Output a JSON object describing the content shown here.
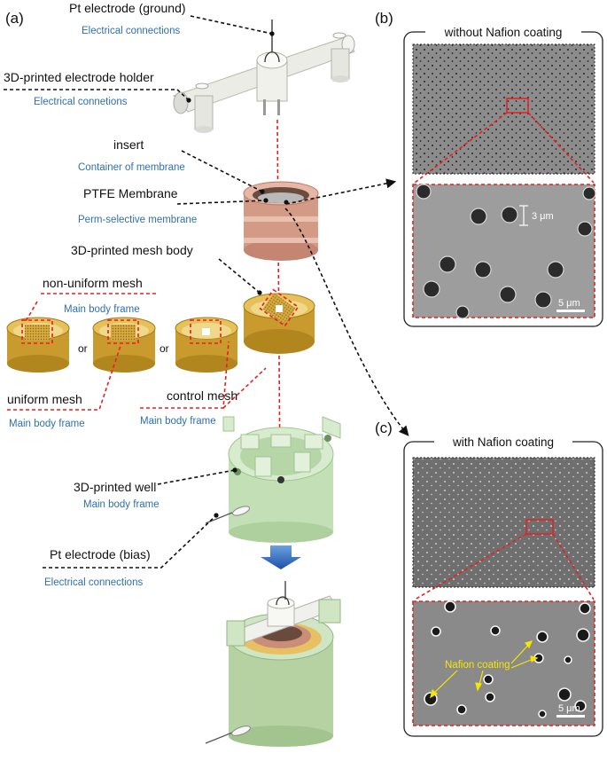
{
  "panels": {
    "a": "(a)",
    "b": "(b)",
    "c": "(c)"
  },
  "labels": {
    "pt_ground": "Pt electrode (ground)",
    "pt_ground_sub": "Electrical connections",
    "holder": "3D-printed electrode holder",
    "holder_sub": "Electrical connetions",
    "insert": "insert",
    "insert_sub": "Container of membrane",
    "ptfe": "PTFE Membrane",
    "ptfe_sub": "Perm-selective membrane",
    "mesh_body": "3D-printed mesh body",
    "nonuniform": "non-uniform mesh",
    "nonuniform_sub": "Main body frame",
    "or1": "or",
    "or2": "or",
    "uniform": "uniform mesh",
    "uniform_sub": "Main body frame",
    "control": "control mesh",
    "control_sub": "Main body frame",
    "well": "3D-printed well",
    "well_sub": "Main body frame",
    "pt_bias": "Pt electrode (bias)",
    "pt_bias_sub": "Electrical connections"
  },
  "panel_b": {
    "title": "without Nafion coating",
    "dim": "3 μm",
    "scale": "5 μm"
  },
  "panel_c": {
    "title": "with Nafion coating",
    "nafion": "Nafion coating",
    "scale": "5 μm"
  },
  "colors": {
    "red": "#e52020",
    "blue_label": "#2f6fb0",
    "yellow": "#f5e600",
    "insert": "#d9a08e",
    "mesh": "#e2b84a",
    "well": "#cfe5c3",
    "holder": "#eeeeea"
  }
}
